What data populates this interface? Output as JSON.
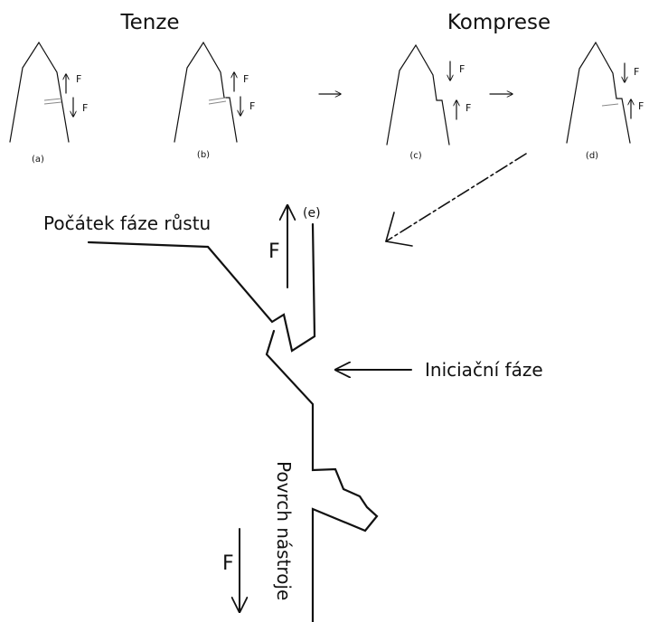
{
  "headings": {
    "tension": "Tenze",
    "compression": "Komprese"
  },
  "force_symbol": "F",
  "panels": [
    {
      "label": "(a)"
    },
    {
      "label": "(b)"
    },
    {
      "label": "(c)"
    },
    {
      "label": "(d)"
    }
  ],
  "main": {
    "label_e": "(e)",
    "growth_start": "Počátek fáze růstu",
    "initiation": "Iniciační fáze",
    "tool_surface": "Povrch nástroje"
  }
}
